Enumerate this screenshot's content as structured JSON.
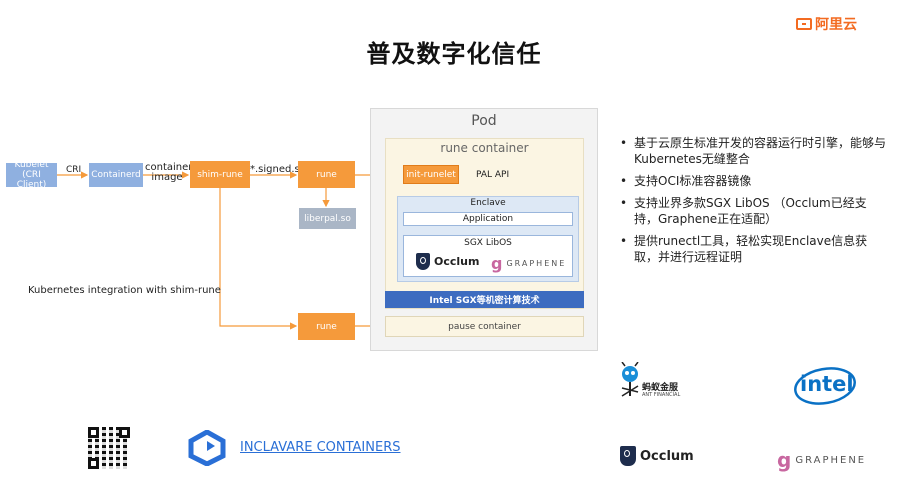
{
  "header": {
    "title": "普及数字化信任",
    "brand": "阿里云"
  },
  "diagram": {
    "kubelet": "Kubelet (CRI Client)",
    "cri": "CRI",
    "containerd": "Containerd",
    "container_image": "container image",
    "shim_rune": "shim-rune",
    "signed_so": "*.signed.so",
    "rune_top": "rune",
    "liberpal": "liberpal.so",
    "rune_bottom": "rune",
    "integration_caption": "Kubernetes integration with shim-rune",
    "pod": "Pod",
    "rune_container": "rune container",
    "init_runelet": "init-runelet",
    "pal_api": "PAL API",
    "enclave": "Enclave",
    "application": "Application",
    "sgx_libos": "SGX LibOS",
    "occlum": "Occlum",
    "graphene": "GRAPHENE",
    "intel_sgx": "Intel SGX等机密计算技术",
    "pause_container": "pause container"
  },
  "bullets": [
    "基于云原生标准开发的容器运行时引擎，能够与Kubernetes无缝整合",
    "支持OCI标准容器镜像",
    "支持业界多款SGX LibOS （Occlum已经支持，Graphene正在适配）",
    "提供runectl工具，轻松实现Enclave信息获取，并进行远程证明"
  ],
  "logos": {
    "ant_name": "蚂蚁金服",
    "ant_sub": "ANT FINANCIAL",
    "intel": "intel",
    "occlum": "Occlum",
    "graphene": "GRAPHENE"
  },
  "footer": {
    "link": "INCLAVARE CONTAINERS"
  },
  "colors": {
    "orange": "#f59a3b",
    "blue": "#8fb0e0",
    "intel_blue": "#3d6cc0",
    "brand": "#f36b21"
  }
}
